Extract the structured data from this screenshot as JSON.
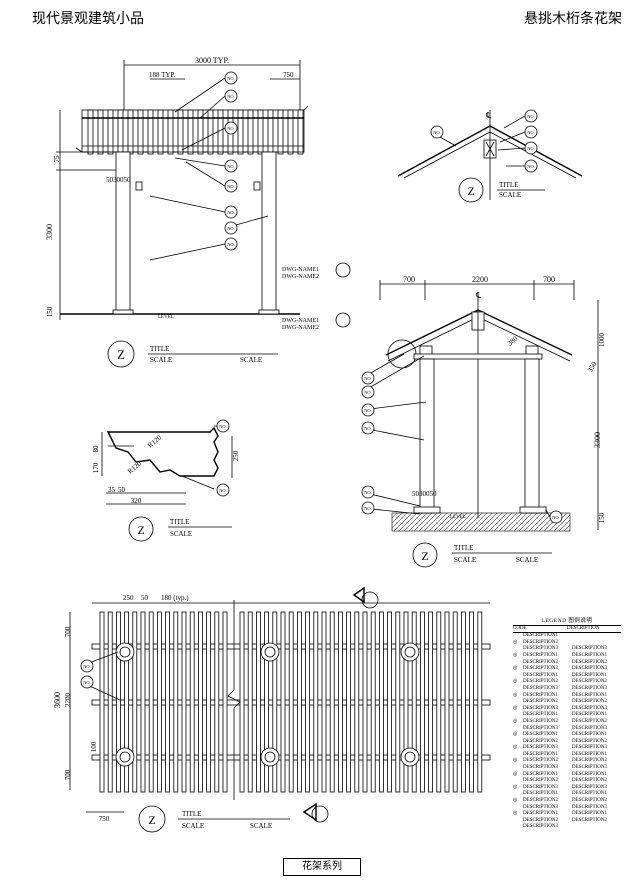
{
  "header": {
    "left_title": "现代景观建筑小品",
    "right_title": "悬挑木桁条花架"
  },
  "footer": {
    "label": "花架系列"
  },
  "tag": {
    "no": "NO."
  },
  "title_block": {
    "z": "Z",
    "title": "TITLE",
    "scale": "SCALE"
  },
  "elevation": {
    "dim_total": "3000 TYP.",
    "dim_spacing": "188 TYP.",
    "dim_overhang": "750",
    "dim_height": "3300",
    "dim_75": "75",
    "dim_150": "150",
    "post_size": "5030050",
    "level": "LEVEL"
  },
  "ridge": {
    "cl": "C\nL"
  },
  "section": {
    "dwg_name1": "DWG-NAME1",
    "dwg_name2": "DWG-NAME2",
    "dim_700a": "700",
    "dim_2200": "2200",
    "dim_700b": "700",
    "dim_1000": "1000",
    "dim_350": "350",
    "dim_380": "380",
    "dim_3300": "3300",
    "dim_150": "150",
    "post_size": "5030050",
    "level": "LEVEL"
  },
  "profile": {
    "dim_80": "80",
    "dim_170": "170",
    "dim_r120a": "R120",
    "dim_r120b": "R120",
    "dim_250": "250",
    "dim_35": "35",
    "dim_50": "50",
    "dim_320": "320"
  },
  "plan": {
    "dim_250": "250",
    "dim_50": "50",
    "dim_180": "180 (typ.)",
    "dim_700a": "700",
    "dim_3600": "3600",
    "dim_2200": "2200",
    "dim_100": "100",
    "dim_700b": "700",
    "dim_750": "750"
  },
  "legend": {
    "title": "LEGEND 图例说明",
    "code_header": "CODE",
    "desc_header": "DESCRIPTION",
    "rows": [
      {
        "sym": "",
        "d1": "DESCRIPTION1",
        "d2": ""
      },
      {
        "sym": "◎",
        "d1": "DESCRIPTION2",
        "d2": ""
      },
      {
        "sym": "",
        "d1": "DESCRIPTION3",
        "d2": "DESCRIPTION3"
      },
      {
        "sym": "◎",
        "d1": "DESCRIPTION1",
        "d2": "DESCRIPTION1"
      },
      {
        "sym": "",
        "d1": "DESCRIPTION2",
        "d2": "DESCRIPTION2"
      },
      {
        "sym": "◎",
        "d1": "DESCRIPTION3",
        "d2": "DESCRIPTION3"
      },
      {
        "sym": "",
        "d1": "DESCRIPTION1",
        "d2": "DESCRIPTION1"
      },
      {
        "sym": "◎",
        "d1": "DESCRIPTION2",
        "d2": "DESCRIPTION2"
      },
      {
        "sym": "",
        "d1": "DESCRIPTION3",
        "d2": "DESCRIPTION3"
      },
      {
        "sym": "◎",
        "d1": "DESCRIPTION1",
        "d2": "DESCRIPTION1"
      },
      {
        "sym": "",
        "d1": "DESCRIPTION2",
        "d2": "DESCRIPTION2"
      },
      {
        "sym": "◎",
        "d1": "DESCRIPTION3",
        "d2": "DESCRIPTION3"
      },
      {
        "sym": "",
        "d1": "DESCRIPTION1",
        "d2": "DESCRIPTION1"
      },
      {
        "sym": "◎",
        "d1": "DESCRIPTION2",
        "d2": "DESCRIPTION2"
      },
      {
        "sym": "",
        "d1": "DESCRIPTION3",
        "d2": "DESCRIPTION3"
      },
      {
        "sym": "◎",
        "d1": "DESCRIPTION1",
        "d2": "DESCRIPTION1"
      },
      {
        "sym": "",
        "d1": "DESCRIPTION2",
        "d2": "DESCRIPTION2"
      },
      {
        "sym": "◎",
        "d1": "DESCRIPTION3",
        "d2": "DESCRIPTION3"
      },
      {
        "sym": "",
        "d1": "DESCRIPTION1",
        "d2": "DESCRIPTION1"
      },
      {
        "sym": "◎",
        "d1": "DESCRIPTION2",
        "d2": "DESCRIPTION2"
      },
      {
        "sym": "",
        "d1": "DESCRIPTION3",
        "d2": "DESCRIPTION3"
      },
      {
        "sym": "◎",
        "d1": "DESCRIPTION1",
        "d2": "DESCRIPTION1"
      },
      {
        "sym": "",
        "d1": "DESCRIPTION2",
        "d2": "DESCRIPTION2"
      },
      {
        "sym": "◎",
        "d1": "DESCRIPTION3",
        "d2": "DESCRIPTION3"
      },
      {
        "sym": "",
        "d1": "DESCRIPTION1",
        "d2": "DESCRIPTION1"
      },
      {
        "sym": "◎",
        "d1": "DESCRIPTION2",
        "d2": "DESCRIPTION2"
      },
      {
        "sym": "",
        "d1": "DESCRIPTION3",
        "d2": "DESCRIPTION3"
      },
      {
        "sym": "◎",
        "d1": "DESCRIPTION1",
        "d2": "DESCRIPTION1"
      },
      {
        "sym": "",
        "d1": "DESCRIPTION2",
        "d2": "DESCRIPTION2"
      },
      {
        "sym": "",
        "d1": "DESCRIPTION3",
        "d2": ""
      }
    ]
  }
}
